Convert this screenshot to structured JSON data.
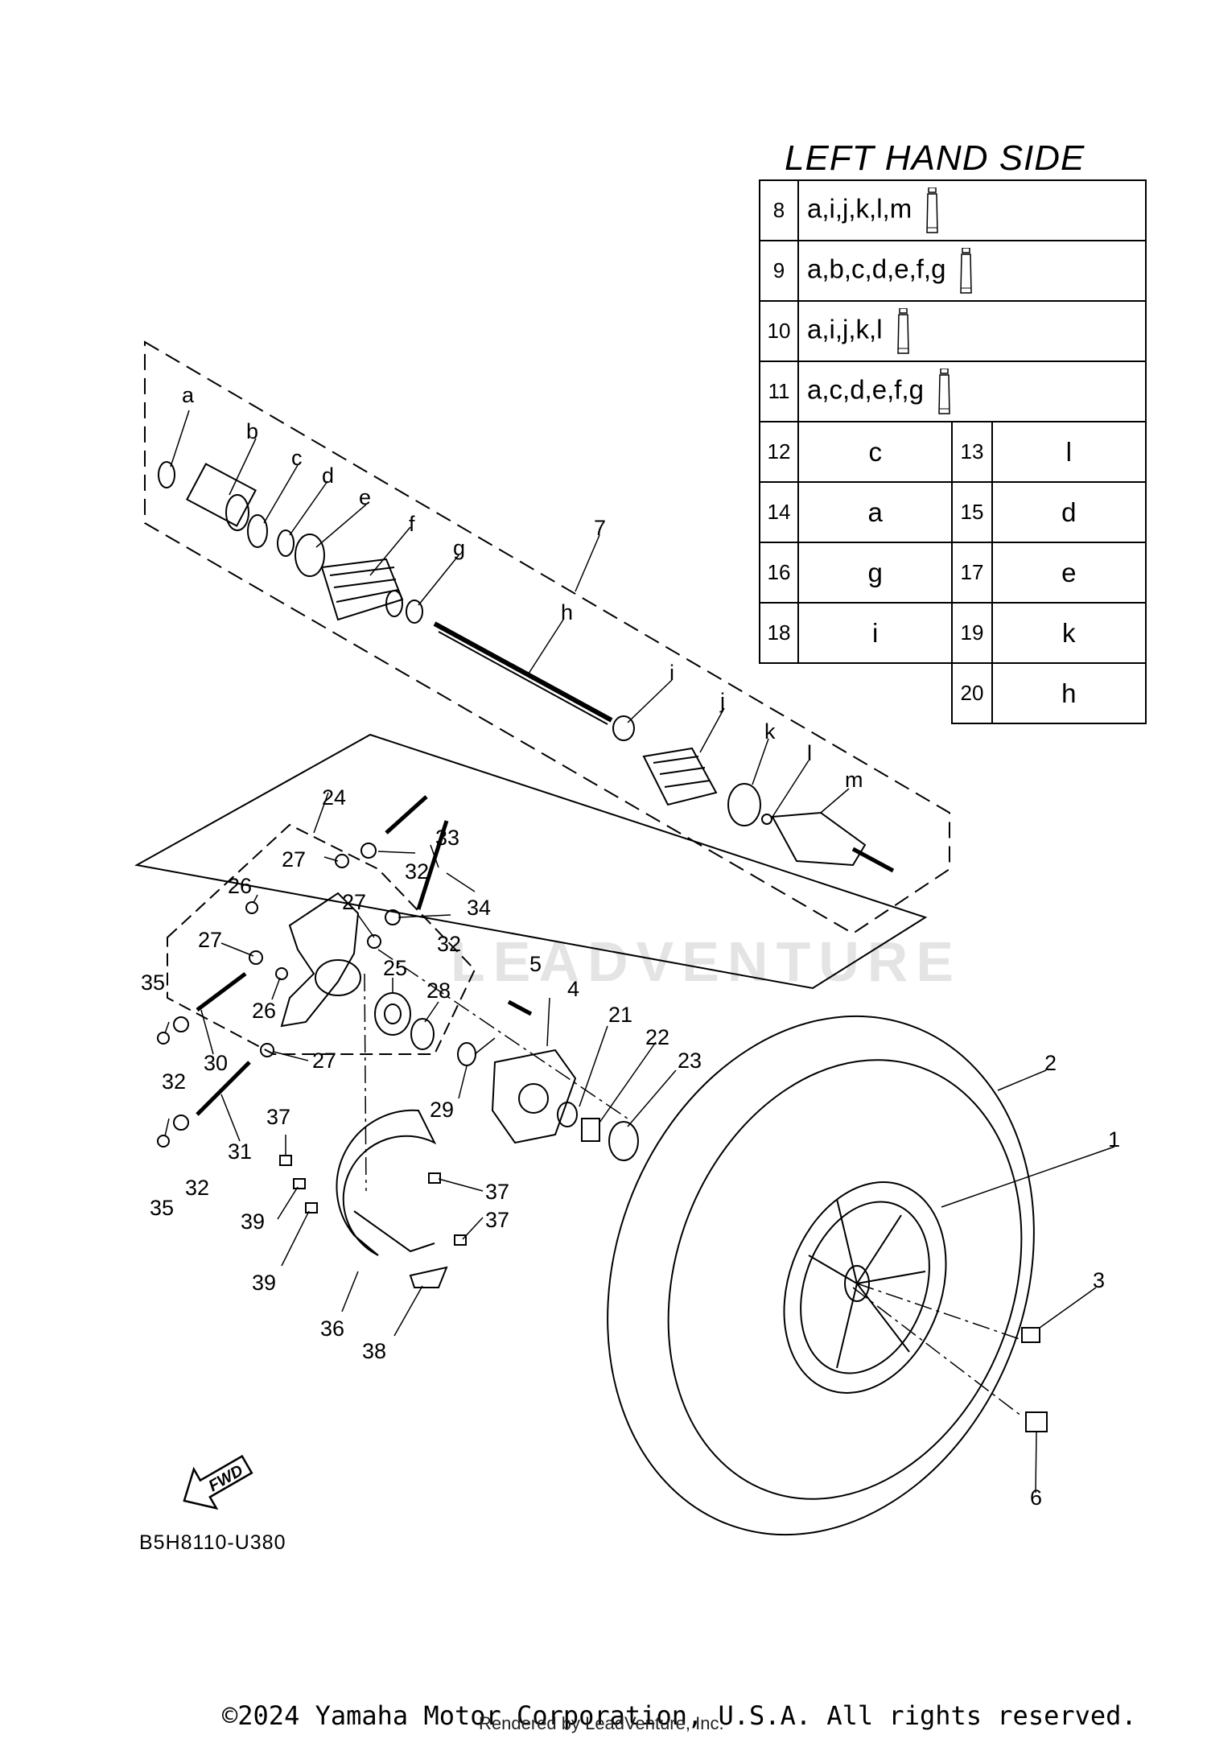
{
  "legend": {
    "title": "LEFT HAND SIDE",
    "wide_rows": [
      {
        "num": "8",
        "parts": "a,i,j,k,l,m"
      },
      {
        "num": "9",
        "parts": "a,b,c,d,e,f,g"
      },
      {
        "num": "10",
        "parts": "a,i,j,k,l"
      },
      {
        "num": "11",
        "parts": "a,c,d,e,f,g"
      }
    ],
    "pair_rows": [
      {
        "num1": "12",
        "val1": "c",
        "num2": "13",
        "val2": "l"
      },
      {
        "num1": "14",
        "val1": "a",
        "num2": "15",
        "val2": "d"
      },
      {
        "num1": "16",
        "val1": "g",
        "num2": "17",
        "val2": "e"
      },
      {
        "num1": "18",
        "val1": "i",
        "num2": "19",
        "val2": "k"
      }
    ],
    "last_row": {
      "num": "20",
      "val": "h"
    }
  },
  "callouts": {
    "letters": [
      "a",
      "b",
      "c",
      "d",
      "e",
      "f",
      "g",
      "h",
      "i",
      "j",
      "k",
      "l",
      "m"
    ],
    "numbers": [
      "1",
      "2",
      "3",
      "4",
      "5",
      "6",
      "7",
      "21",
      "22",
      "23",
      "24",
      "25",
      "26",
      "26",
      "27",
      "27",
      "27",
      "27",
      "28",
      "29",
      "30",
      "31",
      "32",
      "32",
      "32",
      "32",
      "33",
      "34",
      "35",
      "35",
      "36",
      "37",
      "37",
      "37",
      "38",
      "39",
      "39"
    ]
  },
  "fwd_label": "FWD",
  "diagram_code": "B5H8110-U380",
  "watermark": "LEADVENTURE",
  "copyright": "©2024 Yamaha Motor Corporation, U.S.A. All rights reserved.",
  "rendered_by": "Rendered by LeadVenture, Inc."
}
